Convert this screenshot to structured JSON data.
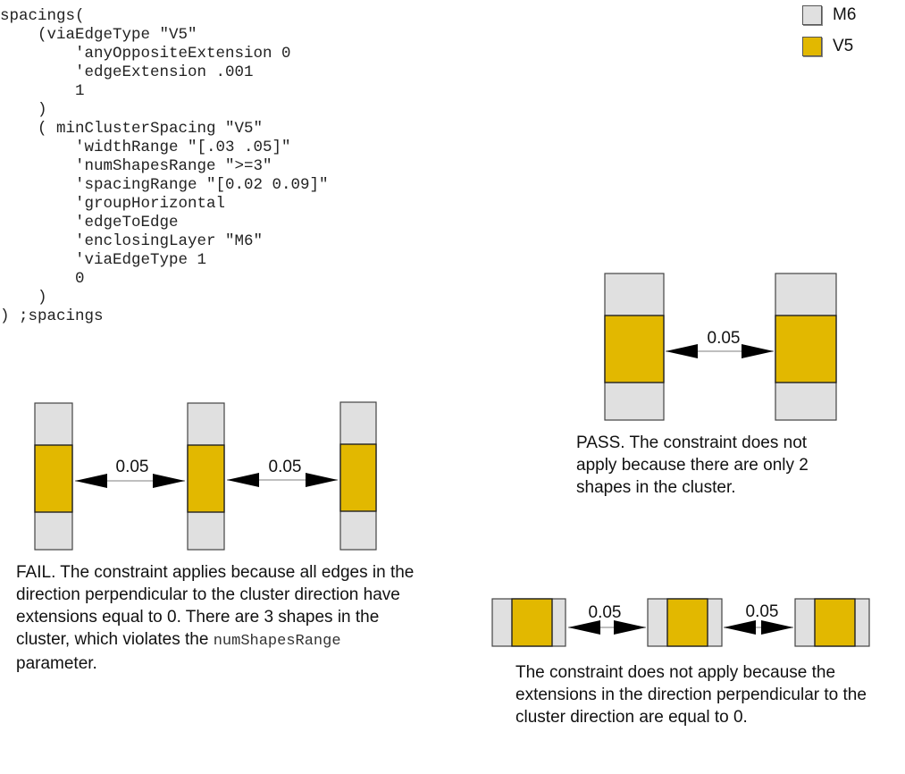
{
  "code": {
    "lines": [
      "spacings(",
      "    (viaEdgeType \"V5\"",
      "        'anyOppositeExtension 0",
      "        'edgeExtension .001",
      "        1",
      "    )",
      "    ( minClusterSpacing \"V5\"",
      "        'widthRange \"[.03 .05]\"",
      "        'numShapesRange \">=3\"",
      "        'spacingRange \"[0.02 0.09]\"",
      "        'groupHorizontal",
      "        'edgeToEdge",
      "        'enclosingLayer \"M6\"",
      "        'viaEdgeType 1",
      "        0",
      "    )",
      ") ;spacings"
    ]
  },
  "legend": {
    "items": [
      {
        "label": "M6",
        "color": "#e0e0e0"
      },
      {
        "label": "V5",
        "color": "#e2b800"
      }
    ]
  },
  "colors": {
    "m6_fill": "#e0e0e0",
    "v5_fill": "#e2b800",
    "arrow": "#000000",
    "dimension_line": "#aaaaaa"
  },
  "examples": {
    "fail": {
      "shape_count": 3,
      "spacings": [
        "0.05",
        "0.05"
      ],
      "caption_parts": [
        "FAIL. The constraint applies because all edges in the direction perpendicular to the cluster direction have extensions equal to 0. There are 3 shapes in the cluster, which violates the ",
        "numShapesRange",
        " parameter."
      ]
    },
    "pass": {
      "shape_count": 2,
      "spacings": [
        "0.05"
      ],
      "caption": "PASS. The constraint does not apply because there are only 2 shapes in the cluster."
    },
    "not_applicable": {
      "shape_count": 3,
      "spacings": [
        "0.05",
        "0.05"
      ],
      "caption": "The constraint does not apply because the extensions in the direction perpendicular to the cluster direction are equal to 0."
    }
  }
}
